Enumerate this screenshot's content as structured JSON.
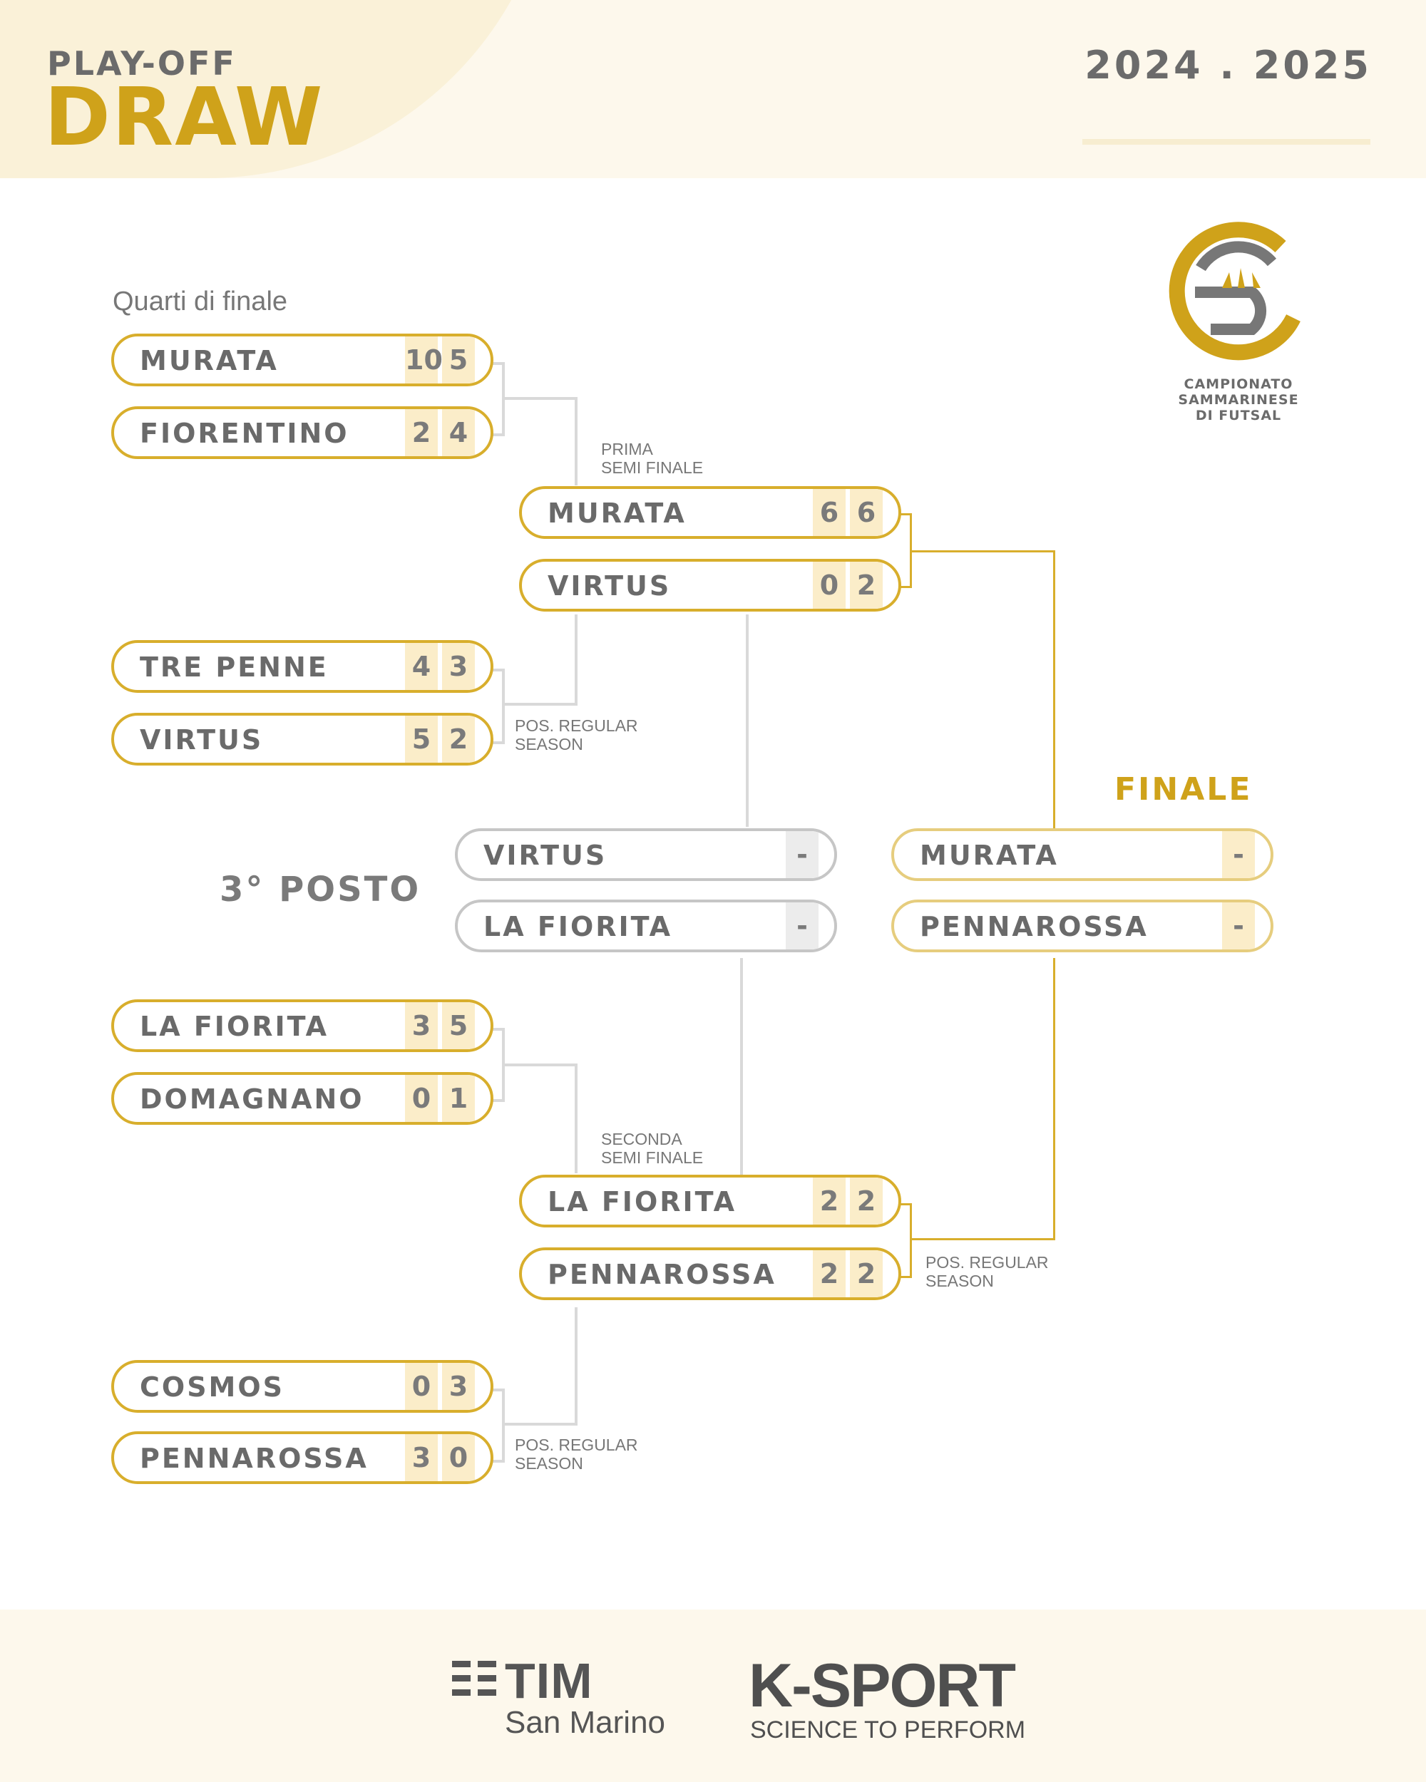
{
  "header": {
    "title_small": "PLAY-OFF",
    "title_big": "DRAW",
    "season": "2024 . 2025"
  },
  "labels": {
    "quarti": "Quarti di finale",
    "prima_semi_1": "PRIMA",
    "prima_semi_2": "SEMI FINALE",
    "seconda_semi_1": "SECONDA",
    "seconda_semi_2": "SEMI FINALE",
    "pos_regular_1": "POS. REGULAR",
    "pos_regular_2": "SEASON",
    "finale": "FINALE",
    "terzo_posto": "3° POSTO"
  },
  "organizer": {
    "line1": "CAMPIONATO",
    "line2": "SAMMARINESE",
    "line3": "DI FUTSAL",
    "accent_color": "#cfa21a",
    "logo_icon": "futsal-league-logo-icon"
  },
  "quarterfinals": [
    {
      "team": "MURATA",
      "s1": "10",
      "s2": "5"
    },
    {
      "team": "FIORENTINO",
      "s1": "2",
      "s2": "4"
    },
    {
      "team": "TRE PENNE",
      "s1": "4",
      "s2": "3"
    },
    {
      "team": "VIRTUS",
      "s1": "5",
      "s2": "2"
    },
    {
      "team": "LA FIORITA",
      "s1": "3",
      "s2": "5"
    },
    {
      "team": "DOMAGNANO",
      "s1": "0",
      "s2": "1"
    },
    {
      "team": "COSMOS",
      "s1": "0",
      "s2": "3"
    },
    {
      "team": "PENNAROSSA",
      "s1": "3",
      "s2": "0"
    }
  ],
  "semifinals": [
    {
      "team": "MURATA",
      "s1": "6",
      "s2": "6"
    },
    {
      "team": "VIRTUS",
      "s1": "0",
      "s2": "2"
    },
    {
      "team": "LA FIORITA",
      "s1": "2",
      "s2": "2"
    },
    {
      "team": "PENNAROSSA",
      "s1": "2",
      "s2": "2"
    }
  ],
  "third_place": [
    {
      "team": "VIRTUS",
      "score": "-"
    },
    {
      "team": "LA FIORITA",
      "score": "-"
    }
  ],
  "final": [
    {
      "team": "MURATA",
      "score": "-"
    },
    {
      "team": "PENNAROSSA",
      "score": "-"
    }
  ],
  "sponsors": {
    "tim_word": "TIM",
    "tim_sub": "San Marino",
    "ksport_word": "K-SPORT",
    "ksport_sub": "SCIENCE TO PERFORM"
  }
}
